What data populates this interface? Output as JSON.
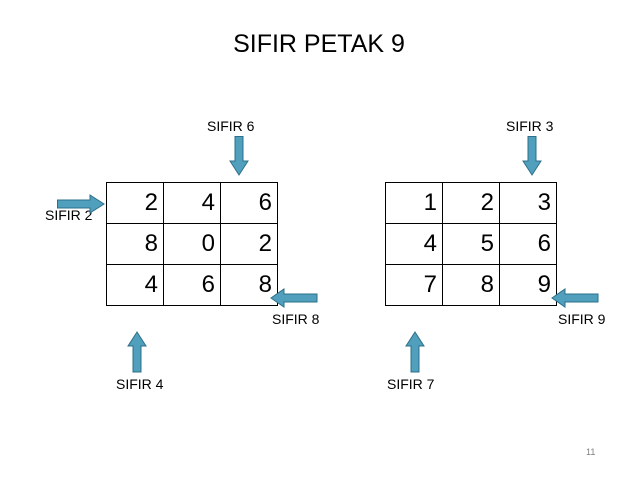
{
  "title": "SIFIR PETAK 9",
  "colors": {
    "arrow_fill": "#4f9fbd",
    "arrow_stroke": "#2e6f8a"
  },
  "left_grid": {
    "rows": [
      [
        "2",
        "4",
        "6"
      ],
      [
        "8",
        "0",
        "2"
      ],
      [
        "4",
        "6",
        "8"
      ]
    ],
    "labels": {
      "top": "SIFIR 6",
      "left": "SIFIR 2",
      "right": "SIFIR 8",
      "bottom": "SIFIR 4"
    }
  },
  "right_grid": {
    "rows": [
      [
        "1",
        "2",
        "3"
      ],
      [
        "4",
        "5",
        "6"
      ],
      [
        "7",
        "8",
        "9"
      ]
    ],
    "labels": {
      "top": "SIFIR 3",
      "right": "SIFIR 9",
      "bottom": "SIFIR 7"
    }
  },
  "page_number": "11"
}
